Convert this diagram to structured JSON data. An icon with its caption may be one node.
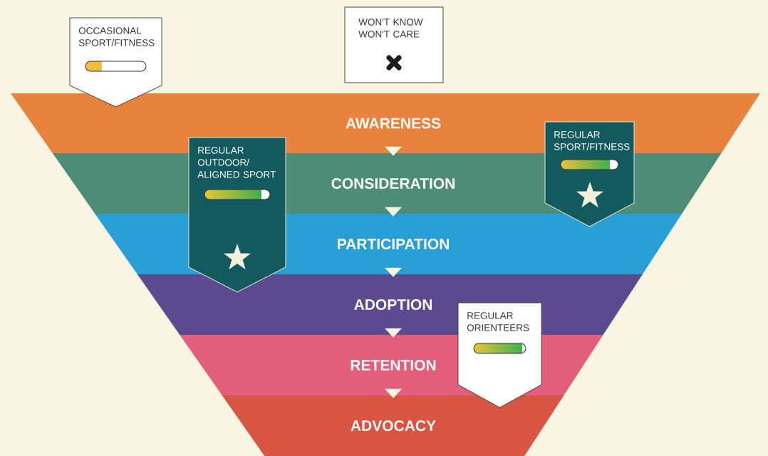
{
  "diagram": {
    "nodes": [
      {
        "text": [
          "AWARENESS"
        ]
      },
      {
        "text": [
          "CONSIDERATION"
        ]
      },
      {
        "text": [
          "PARTICIPATION"
        ]
      },
      {
        "text": [
          "ADOPTION"
        ]
      },
      {
        "text": [
          "RETENTION"
        ]
      },
      {
        "text": [
          "ADVOCACY"
        ]
      },
      {
        "text": [
          "OCCASIONAL SPORT/FITNESS"
        ]
      },
      {
        "text": [
          "WON'T KNOW WON'T CARE"
        ]
      },
      {
        "text": [
          "REGULAR OUTDOOR/ ALIGNED SPORT"
        ]
      },
      {
        "text": [
          "REGULAR SPORT/FITNESS"
        ]
      },
      {
        "text": [
          "REGULAR ORIENTEERS"
        ]
      }
    ],
    "edges": [
      {
        "from": 0,
        "to": 1,
        "arrow": "to"
      },
      {
        "from": 1,
        "to": 2,
        "arrow": "to"
      },
      {
        "from": 2,
        "to": 3,
        "arrow": "to"
      },
      {
        "from": 3,
        "to": 4,
        "arrow": "to"
      },
      {
        "from": 4,
        "to": 5,
        "arrow": "to"
      }
    ]
  }
}
